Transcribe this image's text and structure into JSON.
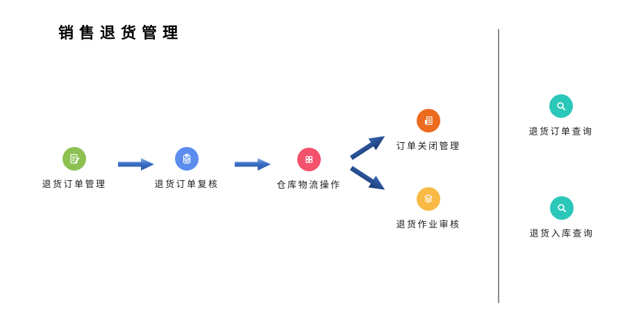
{
  "page": {
    "title": "销售退货管理",
    "background": "#ffffff"
  },
  "flow": {
    "nodes": [
      {
        "label": "退货订单管理",
        "icon": "note-edit-icon",
        "color": "#8cc152"
      },
      {
        "label": "退货订单复核",
        "icon": "clipboard-check-icon",
        "color": "#5b8dee"
      },
      {
        "label": "仓库物流操作",
        "icon": "grid-icon",
        "color": "#f4516c"
      },
      {
        "label": "订单关闭管理",
        "icon": "newspaper-icon",
        "color": "#ec6b1f"
      },
      {
        "label": "退货作业审核",
        "icon": "layers-icon",
        "color": "#f8b945"
      }
    ],
    "connections": [
      {
        "from": "退货订单管理",
        "to": "退货订单复核"
      },
      {
        "from": "退货订单复核",
        "to": "仓库物流操作"
      },
      {
        "from": "仓库物流操作",
        "to": "订单关闭管理"
      },
      {
        "from": "仓库物流操作",
        "to": "退货作业审核"
      }
    ],
    "arrow_color": "#3b6fc7",
    "branch_arrow_color": "#1f4c97"
  },
  "queries": [
    {
      "label": "退货订单查询",
      "icon": "search-icon",
      "color": "#2bc7b9"
    },
    {
      "label": "退货入库查询",
      "icon": "search-icon",
      "color": "#2bc7b9"
    }
  ],
  "divider_color": "#8a8a8a"
}
